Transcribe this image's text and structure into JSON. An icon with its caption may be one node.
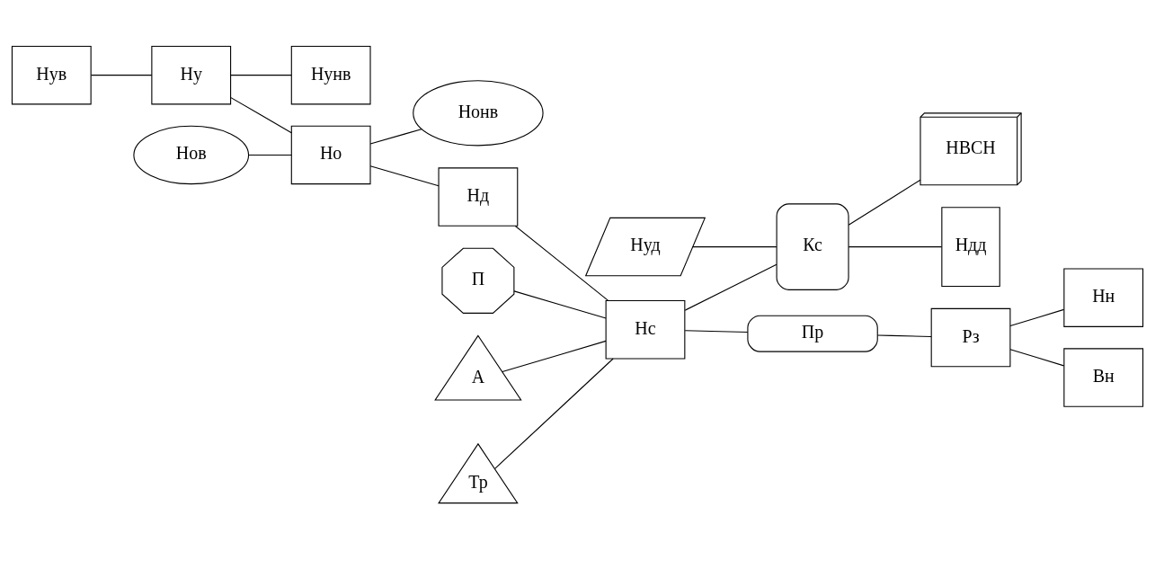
{
  "diagram": {
    "nodes": [
      {
        "text": [
          "Нув"
        ]
      },
      {
        "text": [
          "Ну"
        ]
      },
      {
        "text": [
          "Нунв"
        ]
      },
      {
        "text": [
          "Нов"
        ]
      },
      {
        "text": [
          "Но"
        ]
      },
      {
        "text": [
          "Нонв"
        ]
      },
      {
        "text": [
          "Нд"
        ]
      },
      {
        "text": [
          "П"
        ]
      },
      {
        "text": [
          "А"
        ]
      },
      {
        "text": [
          "Тр"
        ]
      },
      {
        "text": [
          "Нс"
        ]
      },
      {
        "text": [
          "Нуд"
        ]
      },
      {
        "text": [
          "Кс"
        ]
      },
      {
        "text": [
          "НВСН"
        ]
      },
      {
        "text": [
          "Ндд"
        ]
      },
      {
        "text": [
          "Пр"
        ]
      },
      {
        "text": [
          "Рз"
        ]
      },
      {
        "text": [
          "Нн"
        ]
      },
      {
        "text": [
          "Вн"
        ]
      }
    ],
    "edges": [
      {
        "from": 0,
        "to": 1,
        "arrow": "none"
      },
      {
        "from": 1,
        "to": 2,
        "arrow": "none"
      },
      {
        "from": 1,
        "to": 4,
        "arrow": "none"
      },
      {
        "from": 3,
        "to": 4,
        "arrow": "none"
      },
      {
        "from": 4,
        "to": 5,
        "arrow": "none"
      },
      {
        "from": 4,
        "to": 6,
        "arrow": "none"
      },
      {
        "from": 6,
        "to": 10,
        "arrow": "none"
      },
      {
        "from": 7,
        "to": 10,
        "arrow": "none"
      },
      {
        "from": 8,
        "to": 10,
        "arrow": "none"
      },
      {
        "from": 9,
        "to": 10,
        "arrow": "none"
      },
      {
        "from": 10,
        "to": 12,
        "arrow": "none"
      },
      {
        "from": 10,
        "to": 15,
        "arrow": "none"
      },
      {
        "from": 15,
        "to": 16,
        "arrow": "none"
      },
      {
        "from": 16,
        "to": 17,
        "arrow": "none"
      },
      {
        "from": 16,
        "to": 18,
        "arrow": "none"
      },
      {
        "from": 11,
        "to": 12,
        "arrow": "none"
      },
      {
        "from": 12,
        "to": 13,
        "arrow": "none"
      },
      {
        "from": 12,
        "to": 14,
        "arrow": "none"
      }
    ]
  }
}
